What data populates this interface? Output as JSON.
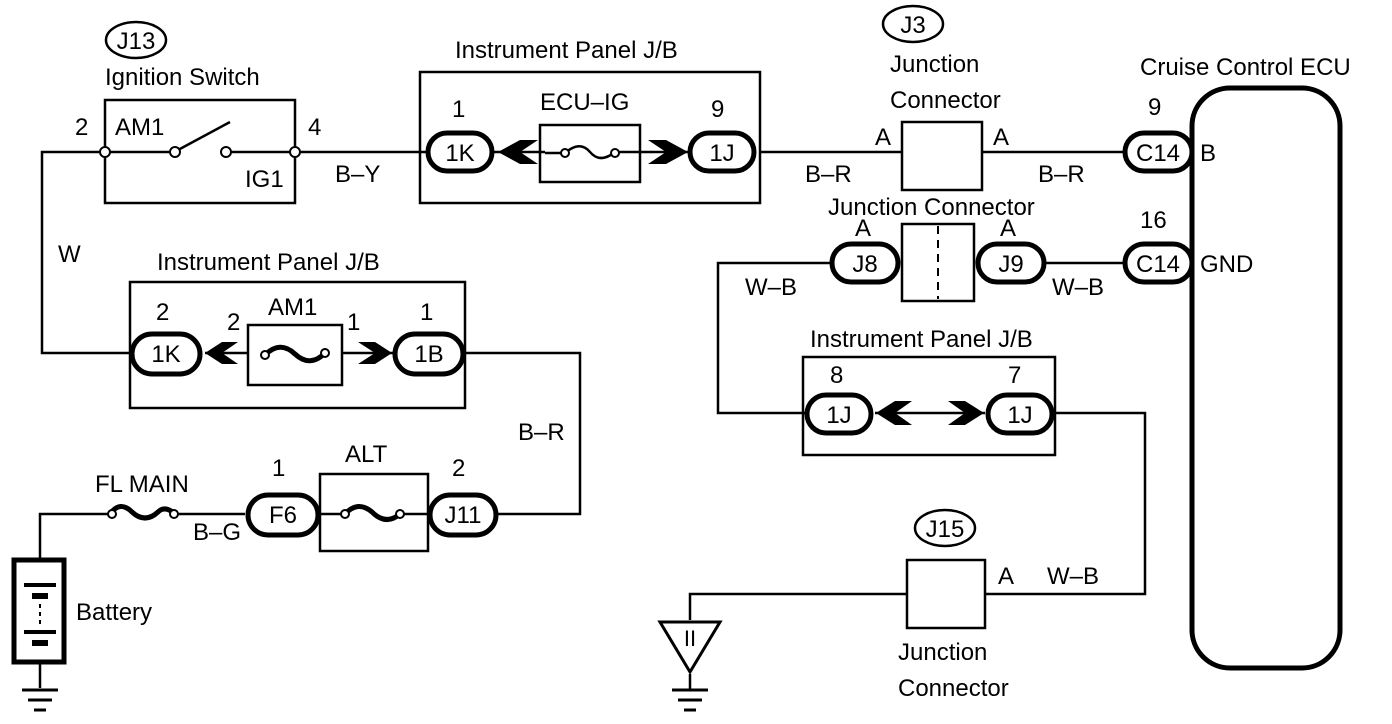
{
  "components": {
    "j13_code": "J13",
    "ignition_switch": "Ignition Switch",
    "am1_contact": "AM1",
    "ig1_contact": "IG1",
    "pin_2": "2",
    "pin_4": "4",
    "ip_jb_top": "Instrument Panel J/B",
    "ecu_ig_fuse": "ECU–IG",
    "ecu_ig_pin_left": "1",
    "ecu_ig_pin_right": "9",
    "conn_1k_top": "1K",
    "conn_1j_top": "1J",
    "j3_code": "J3",
    "j3_junction_line1": "Junction",
    "j3_junction_line2": "Connector",
    "j3_pin_left": "A",
    "j3_pin_right": "A",
    "ecu_title": "Cruise Control ECU",
    "ecu_pin_9": "9",
    "ecu_pin_16": "16",
    "c14_top": "C14",
    "c14_bottom": "C14",
    "ecu_terminal_b": "B",
    "ecu_terminal_gnd": "GND",
    "junction_connector_mid": "Junction Connector",
    "j8": "J8",
    "j9": "J9",
    "j8_pin": "A",
    "j9_pin": "A",
    "ip_jb_left": "Instrument Panel J/B",
    "am1_fuse": "AM1",
    "am1_pin_outer_left": "2",
    "am1_pin_inner_left": "2",
    "am1_pin_inner_right": "1",
    "am1_pin_outer_right": "1",
    "conn_1k_left": "1K",
    "conn_1b": "1B",
    "ip_jb_right": "Instrument Panel J/B",
    "jb_right_pin_8": "8",
    "jb_right_pin_7": "7",
    "conn_1j_left": "1J",
    "conn_1j_right": "1J",
    "fl_main": "FL MAIN",
    "alt_fuse": "ALT",
    "alt_pin_left": "1",
    "alt_pin_right": "2",
    "f6": "F6",
    "j11": "J11",
    "battery": "Battery",
    "j15_code": "J15",
    "j15_pin": "A",
    "j15_line1": "Junction",
    "j15_line2": "Connector",
    "ground_symbol": "II"
  },
  "wires": {
    "w": "W",
    "b_y": "B–Y",
    "b_r_top_left": "B–R",
    "b_r_top_right": "B–R",
    "b_r_side": "B–R",
    "w_b_left": "W–B",
    "w_b_mid": "W–B",
    "w_b_bottom": "W–B",
    "b_g": "B–G"
  },
  "colors": {
    "line": "#000000",
    "background": "#ffffff"
  }
}
